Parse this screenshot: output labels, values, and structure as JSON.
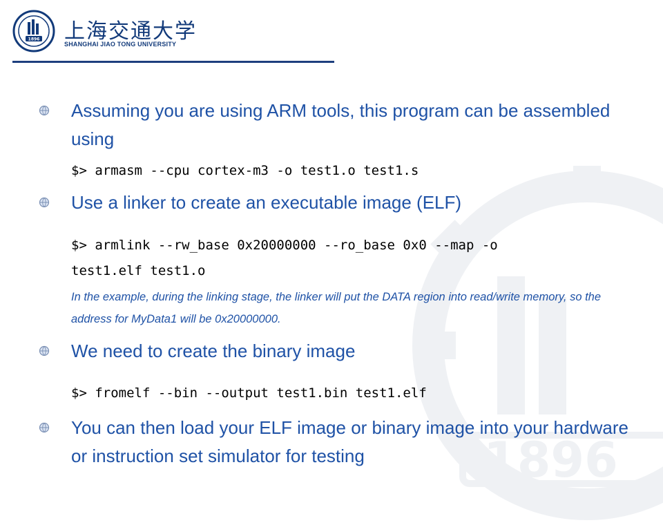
{
  "header": {
    "logo_name_cn": "上海交通大学",
    "logo_name_en": "SHANGHAI JIAO TONG UNIVERSITY",
    "seal_year": "1896"
  },
  "colors": {
    "bullet_text": "#1f52a6",
    "brand": "#1d3f7e",
    "code_text": "#000000"
  },
  "content": {
    "bullet1_text": "Assuming you are using ARM tools, this program can be assembled using",
    "code1": "$> armasm --cpu cortex-m3 -o test1.o test1.s",
    "bullet2_text": "Use a linker to create an executable image (ELF)",
    "code2_line1": "$> armlink --rw_base 0x20000000 --ro_base 0x0 --map -o",
    "code2_line2": "test1.elf test1.o",
    "note": "In the example, during the linking stage, the linker will put the DATA region into read/write memory, so the address for MyData1 will be 0x20000000.",
    "bullet3_text": "We need to create the binary image",
    "code3": "$> fromelf --bin --output test1.bin test1.elf",
    "bullet4_text": "You can then load your ELF image or binary image into your hardware or instruction set simulator for testing"
  },
  "icons": {
    "bullet": "globe-bullet-icon",
    "seal": "university-seal-icon",
    "watermark": "gear-watermark-icon"
  }
}
